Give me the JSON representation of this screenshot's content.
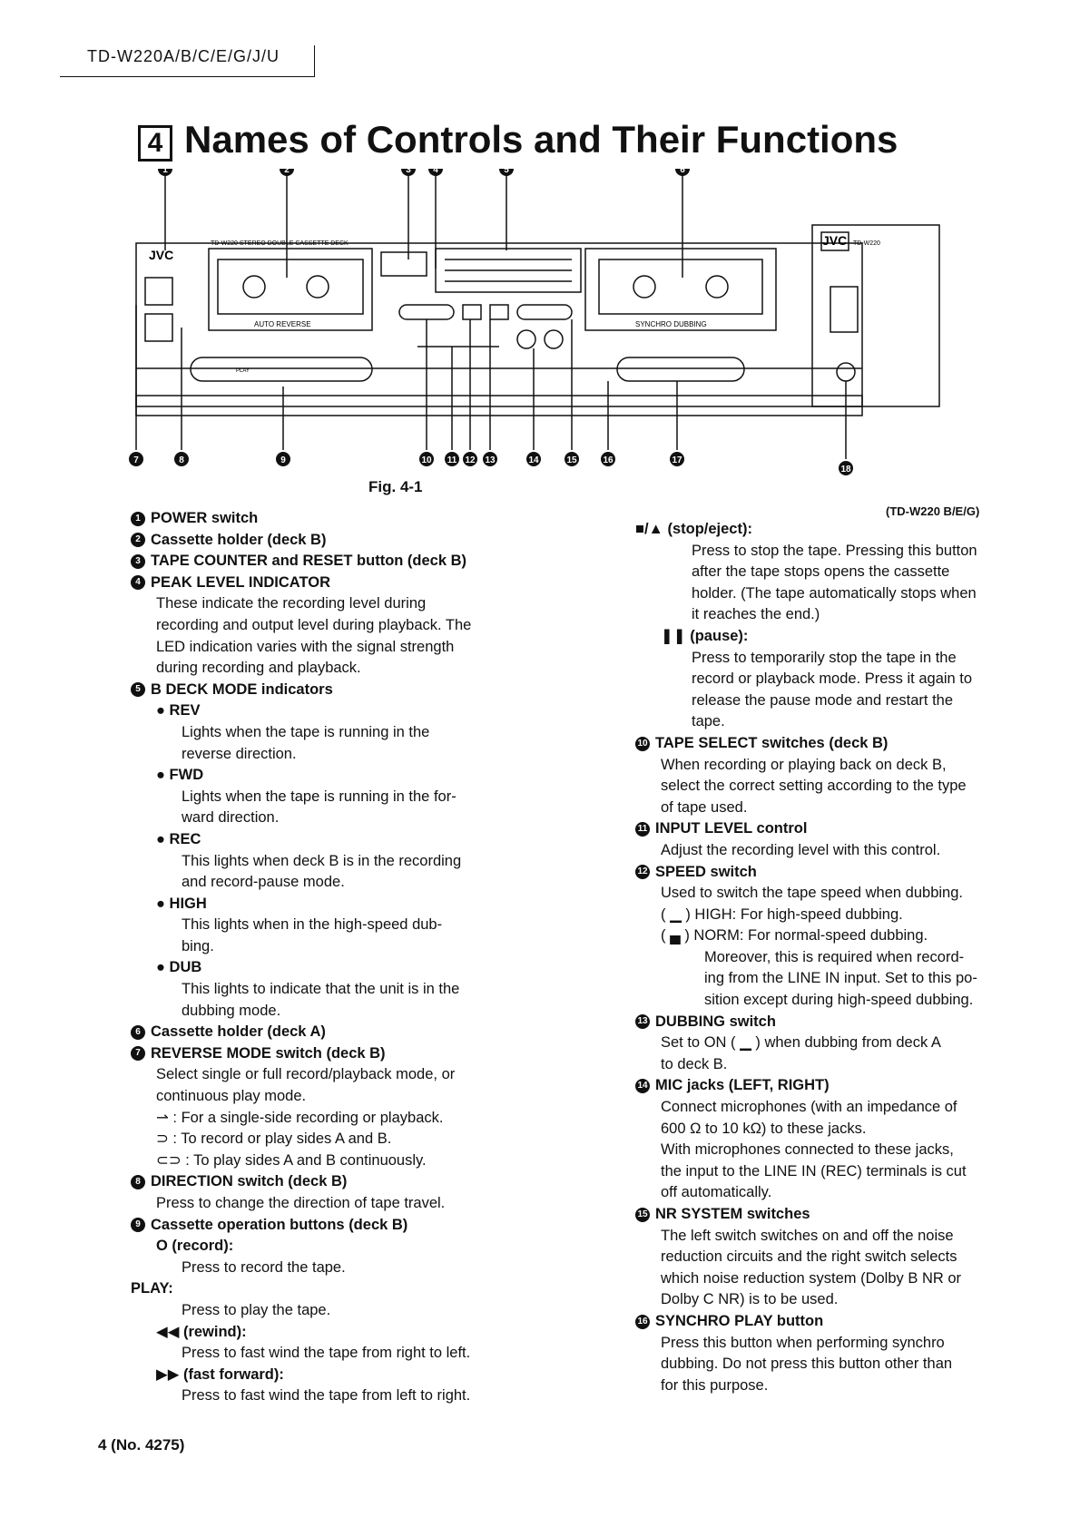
{
  "header": {
    "model": "TD-W220A/B/C/E/G/J/U"
  },
  "section": {
    "number": "4",
    "title": "Names of Controls and Their Functions"
  },
  "figure": {
    "caption": "Fig. 4-1",
    "note": "(TD-W220 B/E/G)",
    "panel_text": {
      "brand": "JVC",
      "model_strip": "TD-W220 STEREO DOUBLE CASSETTE DECK",
      "model_strip_right": "TD-W220",
      "auto_reverse": "AUTO REVERSE",
      "synchro_dubbing": "SYNCHRO DUBBING",
      "play": "PLAY"
    },
    "callouts_top": [
      "1",
      "2",
      "3",
      "4",
      "5",
      "6"
    ],
    "callouts_bottom": [
      "7",
      "8",
      "9",
      "10",
      "11",
      "12",
      "13",
      "14",
      "15",
      "16",
      "17",
      "18"
    ]
  },
  "left_column": [
    {
      "num": "1",
      "text": "POWER switch"
    },
    {
      "num": "2",
      "text": "Cassette holder (deck B)"
    },
    {
      "num": "3",
      "text": "TAPE COUNTER and RESET button (deck B)"
    },
    {
      "num": "4",
      "text": "PEAK LEVEL INDICATOR"
    },
    {
      "text": "These indicate the recording level during"
    },
    {
      "text": "recording and output level during playback. The"
    },
    {
      "text": "LED indication varies with the signal strength"
    },
    {
      "text": "during recording and playback."
    },
    {
      "num": "5",
      "text": "B DECK MODE indicators"
    },
    {
      "text": "● REV"
    },
    {
      "text": "Lights when the tape is running in the"
    },
    {
      "text": "reverse direction."
    },
    {
      "text": "● FWD"
    },
    {
      "text": "Lights when the tape is running in the for-"
    },
    {
      "text": "ward direction."
    },
    {
      "text": "● REC"
    },
    {
      "text": "This lights when deck B is in the recording"
    },
    {
      "text": "and record-pause mode."
    },
    {
      "text": "● HIGH"
    },
    {
      "text": "This lights when in the high-speed dub-"
    },
    {
      "text": "bing."
    },
    {
      "text": "● DUB"
    },
    {
      "text": "This lights to indicate that the unit is in the"
    },
    {
      "text": "dubbing mode."
    },
    {
      "num": "6",
      "text": "Cassette holder (deck A)"
    },
    {
      "num": "7",
      "text": "REVERSE MODE switch (deck B)"
    },
    {
      "text": "Select single or full record/playback mode, or"
    },
    {
      "text": "continuous play mode."
    },
    {
      "text": "⇀ : For a single-side recording or playback."
    },
    {
      "text": "⊃ : To record or play sides A and B."
    },
    {
      "text": "⊂⊃ : To play sides A and B continuously."
    },
    {
      "num": "8",
      "text": "DIRECTION switch (deck B)"
    },
    {
      "text": "Press to change the direction of tape travel."
    },
    {
      "num": "9",
      "text": "Cassette operation buttons (deck B)"
    },
    {
      "text": "O (record):"
    },
    {
      "text": "Press to record the tape."
    },
    {
      "text": "PLAY:"
    },
    {
      "text": "Press to play the tape."
    },
    {
      "text": "◀◀ (rewind):"
    },
    {
      "text": "Press to fast wind the tape from right to left."
    },
    {
      "text": "▶▶ (fast forward):"
    },
    {
      "text": "Press to fast wind the tape from left to right."
    }
  ],
  "right_column": [
    {
      "text": "■/▲ (stop/eject):"
    },
    {
      "text": "Press to stop the tape. Pressing this button"
    },
    {
      "text": "after the tape stops opens the cassette"
    },
    {
      "text": "holder. (The tape automatically stops when"
    },
    {
      "text": "it reaches the end.)"
    },
    {
      "text": "❚❚ (pause):"
    },
    {
      "text": "Press to temporarily stop the tape in the"
    },
    {
      "text": "record or playback mode. Press it again to"
    },
    {
      "text": "release the pause mode and restart the"
    },
    {
      "text": "tape."
    },
    {
      "num": "10",
      "text": "TAPE SELECT switches (deck B)"
    },
    {
      "text": "When recording or playing back on deck B,"
    },
    {
      "text": "select the correct setting according to the type"
    },
    {
      "text": "of tape used."
    },
    {
      "num": "11",
      "text": "INPUT LEVEL control"
    },
    {
      "text": "Adjust the recording level with this control."
    },
    {
      "num": "12",
      "text": "SPEED switch"
    },
    {
      "text": "Used to switch the tape speed when dubbing."
    },
    {
      "text": "( ▁ ) HIGH: For high-speed dubbing."
    },
    {
      "text": "( ▄ ) NORM: For normal-speed dubbing."
    },
    {
      "text": "Moreover, this is required when record-"
    },
    {
      "text": "ing from the LINE IN input. Set to this po-"
    },
    {
      "text": "sition except during high-speed dubbing."
    },
    {
      "num": "13",
      "text": "DUBBING switch"
    },
    {
      "text": "Set to ON ( ▁ ) when dubbing from deck A"
    },
    {
      "text": "to deck B."
    },
    {
      "num": "14",
      "text": "MIC jacks (LEFT, RIGHT)"
    },
    {
      "text": "Connect microphones (with an impedance of"
    },
    {
      "text": "600 Ω to 10 kΩ) to these jacks."
    },
    {
      "text": "With microphones connected to these jacks,"
    },
    {
      "text": "the input to the LINE IN (REC) terminals is cut"
    },
    {
      "text": "off automatically."
    },
    {
      "num": "15",
      "text": "NR SYSTEM switches"
    },
    {
      "text": "The left switch switches on and off the noise"
    },
    {
      "text": "reduction circuits and the right switch selects"
    },
    {
      "text": "which noise reduction system (Dolby B NR or"
    },
    {
      "text": "Dolby C NR) is to be used."
    },
    {
      "num": "16",
      "text": "SYNCHRO PLAY button"
    },
    {
      "text": "Press this button when performing synchro"
    },
    {
      "text": "dubbing. Do not press this button other than"
    },
    {
      "text": "for this purpose."
    }
  ],
  "footer": {
    "page": "4 (No. 4275)"
  }
}
